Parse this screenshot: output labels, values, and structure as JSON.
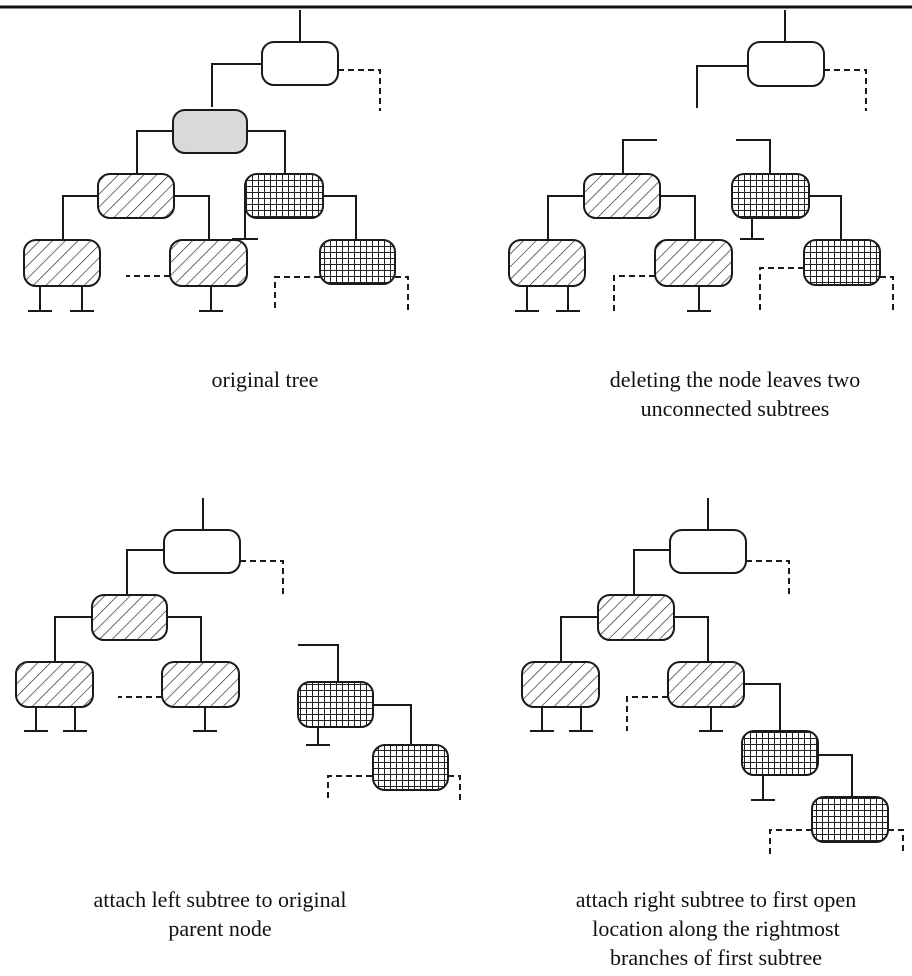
{
  "captions": {
    "panel1": "original tree",
    "panel2": "deleting the node leaves two\nunconnected subtrees",
    "panel3": "attach left subtree to original\nparent node",
    "panel4": "attach right subtree to first open\nlocation along the rightmost\nbranches of first subtree"
  },
  "colors": {
    "stroke": "#1a1a1a",
    "deleted_node_fill": "#d9d9d9",
    "node_fill": "#ffffff"
  },
  "node_fill_patterns": [
    "plain",
    "deleted-gray",
    "diagonal-hatch",
    "crosshatch-grid"
  ]
}
